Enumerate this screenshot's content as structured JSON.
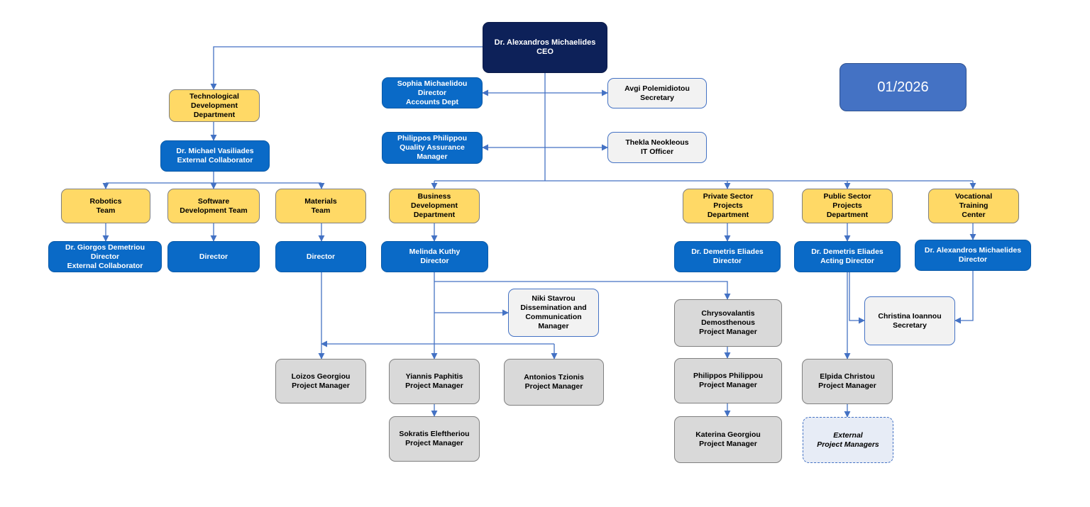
{
  "date_badge": "01/2026",
  "nodes": {
    "ceo": {
      "line1": "Dr. Alexandros Michaelides",
      "line2": "CEO"
    },
    "accounts": {
      "line1": "Sophia Michaelidou",
      "line2": "Director",
      "line3": "Accounts Dept"
    },
    "secretary_ceo": {
      "line1": "Avgi Polemidiotou",
      "line2": "Secretary"
    },
    "qa": {
      "line1": "Philippos Philippou",
      "line2": "Quality Assurance",
      "line3": "Manager"
    },
    "it": {
      "line1": "Thekla Neokleous",
      "line2": "IT Officer"
    },
    "tech_dept": {
      "line1": "Technological",
      "line2": "Development",
      "line3": "Department"
    },
    "vasiliades": {
      "line1": "Dr. Michael Vasiliades",
      "line2": "External Collaborator"
    },
    "robotics": {
      "line1": "Robotics",
      "line2": "Team"
    },
    "software": {
      "line1": "Software",
      "line2": "Development Team"
    },
    "materials": {
      "line1": "Materials",
      "line2": "Team"
    },
    "demetriou": {
      "line1": "Dr. Giorgos Demetriou",
      "line2": "Director",
      "line3": "External Collaborator"
    },
    "software_dir": {
      "line1": "Director"
    },
    "materials_dir": {
      "line1": "Director"
    },
    "business": {
      "line1": "Business",
      "line2": "Development",
      "line3": "Department"
    },
    "kuthy": {
      "line1": "Melinda Kuthy",
      "line2": "Director"
    },
    "stavrou": {
      "line1": "Niki Stavrou",
      "line2": "Dissemination and",
      "line3": "Communication",
      "line4": "Manager"
    },
    "loizos": {
      "line1": "Loizos Georgiou",
      "line2": "Project Manager"
    },
    "paphitis": {
      "line1": "Yiannis Paphitis",
      "line2": "Project Manager"
    },
    "tzionis": {
      "line1": "Antonios Tzionis",
      "line2": "Project Manager"
    },
    "sokratis": {
      "line1": "Sokratis Eleftheriou",
      "line2": "Project Manager"
    },
    "private": {
      "line1": "Private Sector",
      "line2": "Projects",
      "line3": "Department"
    },
    "eliades_private": {
      "line1": "Dr. Demetris Eliades",
      "line2": "Director"
    },
    "chrysovalantis": {
      "line1": "Chrysovalantis",
      "line2": "Demosthenous",
      "line3": "Project Manager"
    },
    "philippou_pm": {
      "line1": "Philippos Philippou",
      "line2": "Project Manager"
    },
    "katerina": {
      "line1": "Katerina Georgiou",
      "line2": "Project Manager"
    },
    "public": {
      "line1": "Public Sector",
      "line2": "Projects",
      "line3": "Department"
    },
    "eliades_public": {
      "line1": "Dr. Demetris Eliades",
      "line2": "Acting Director"
    },
    "elpida": {
      "line1": "Elpida Christou",
      "line2": "Project Manager"
    },
    "external_pm": {
      "line1": "External",
      "line2": "Project Managers"
    },
    "christina": {
      "line1": "Christina Ioannou",
      "line2": "Secretary"
    },
    "vocational": {
      "line1": "Vocational",
      "line2": "Training",
      "line3": "Center"
    },
    "michaelides_voc": {
      "line1": "Dr. Alexandros Michaelides",
      "line2": "Director"
    }
  },
  "colors": {
    "ceo": "#0d2159",
    "director_blue": "#0a6ac7",
    "department_yellow": "#ffd966",
    "staff_gray": "#d9d9d9",
    "assistant_light": "#f2f2f2",
    "connector": "#4472c4",
    "date_badge": "#4472c4"
  }
}
